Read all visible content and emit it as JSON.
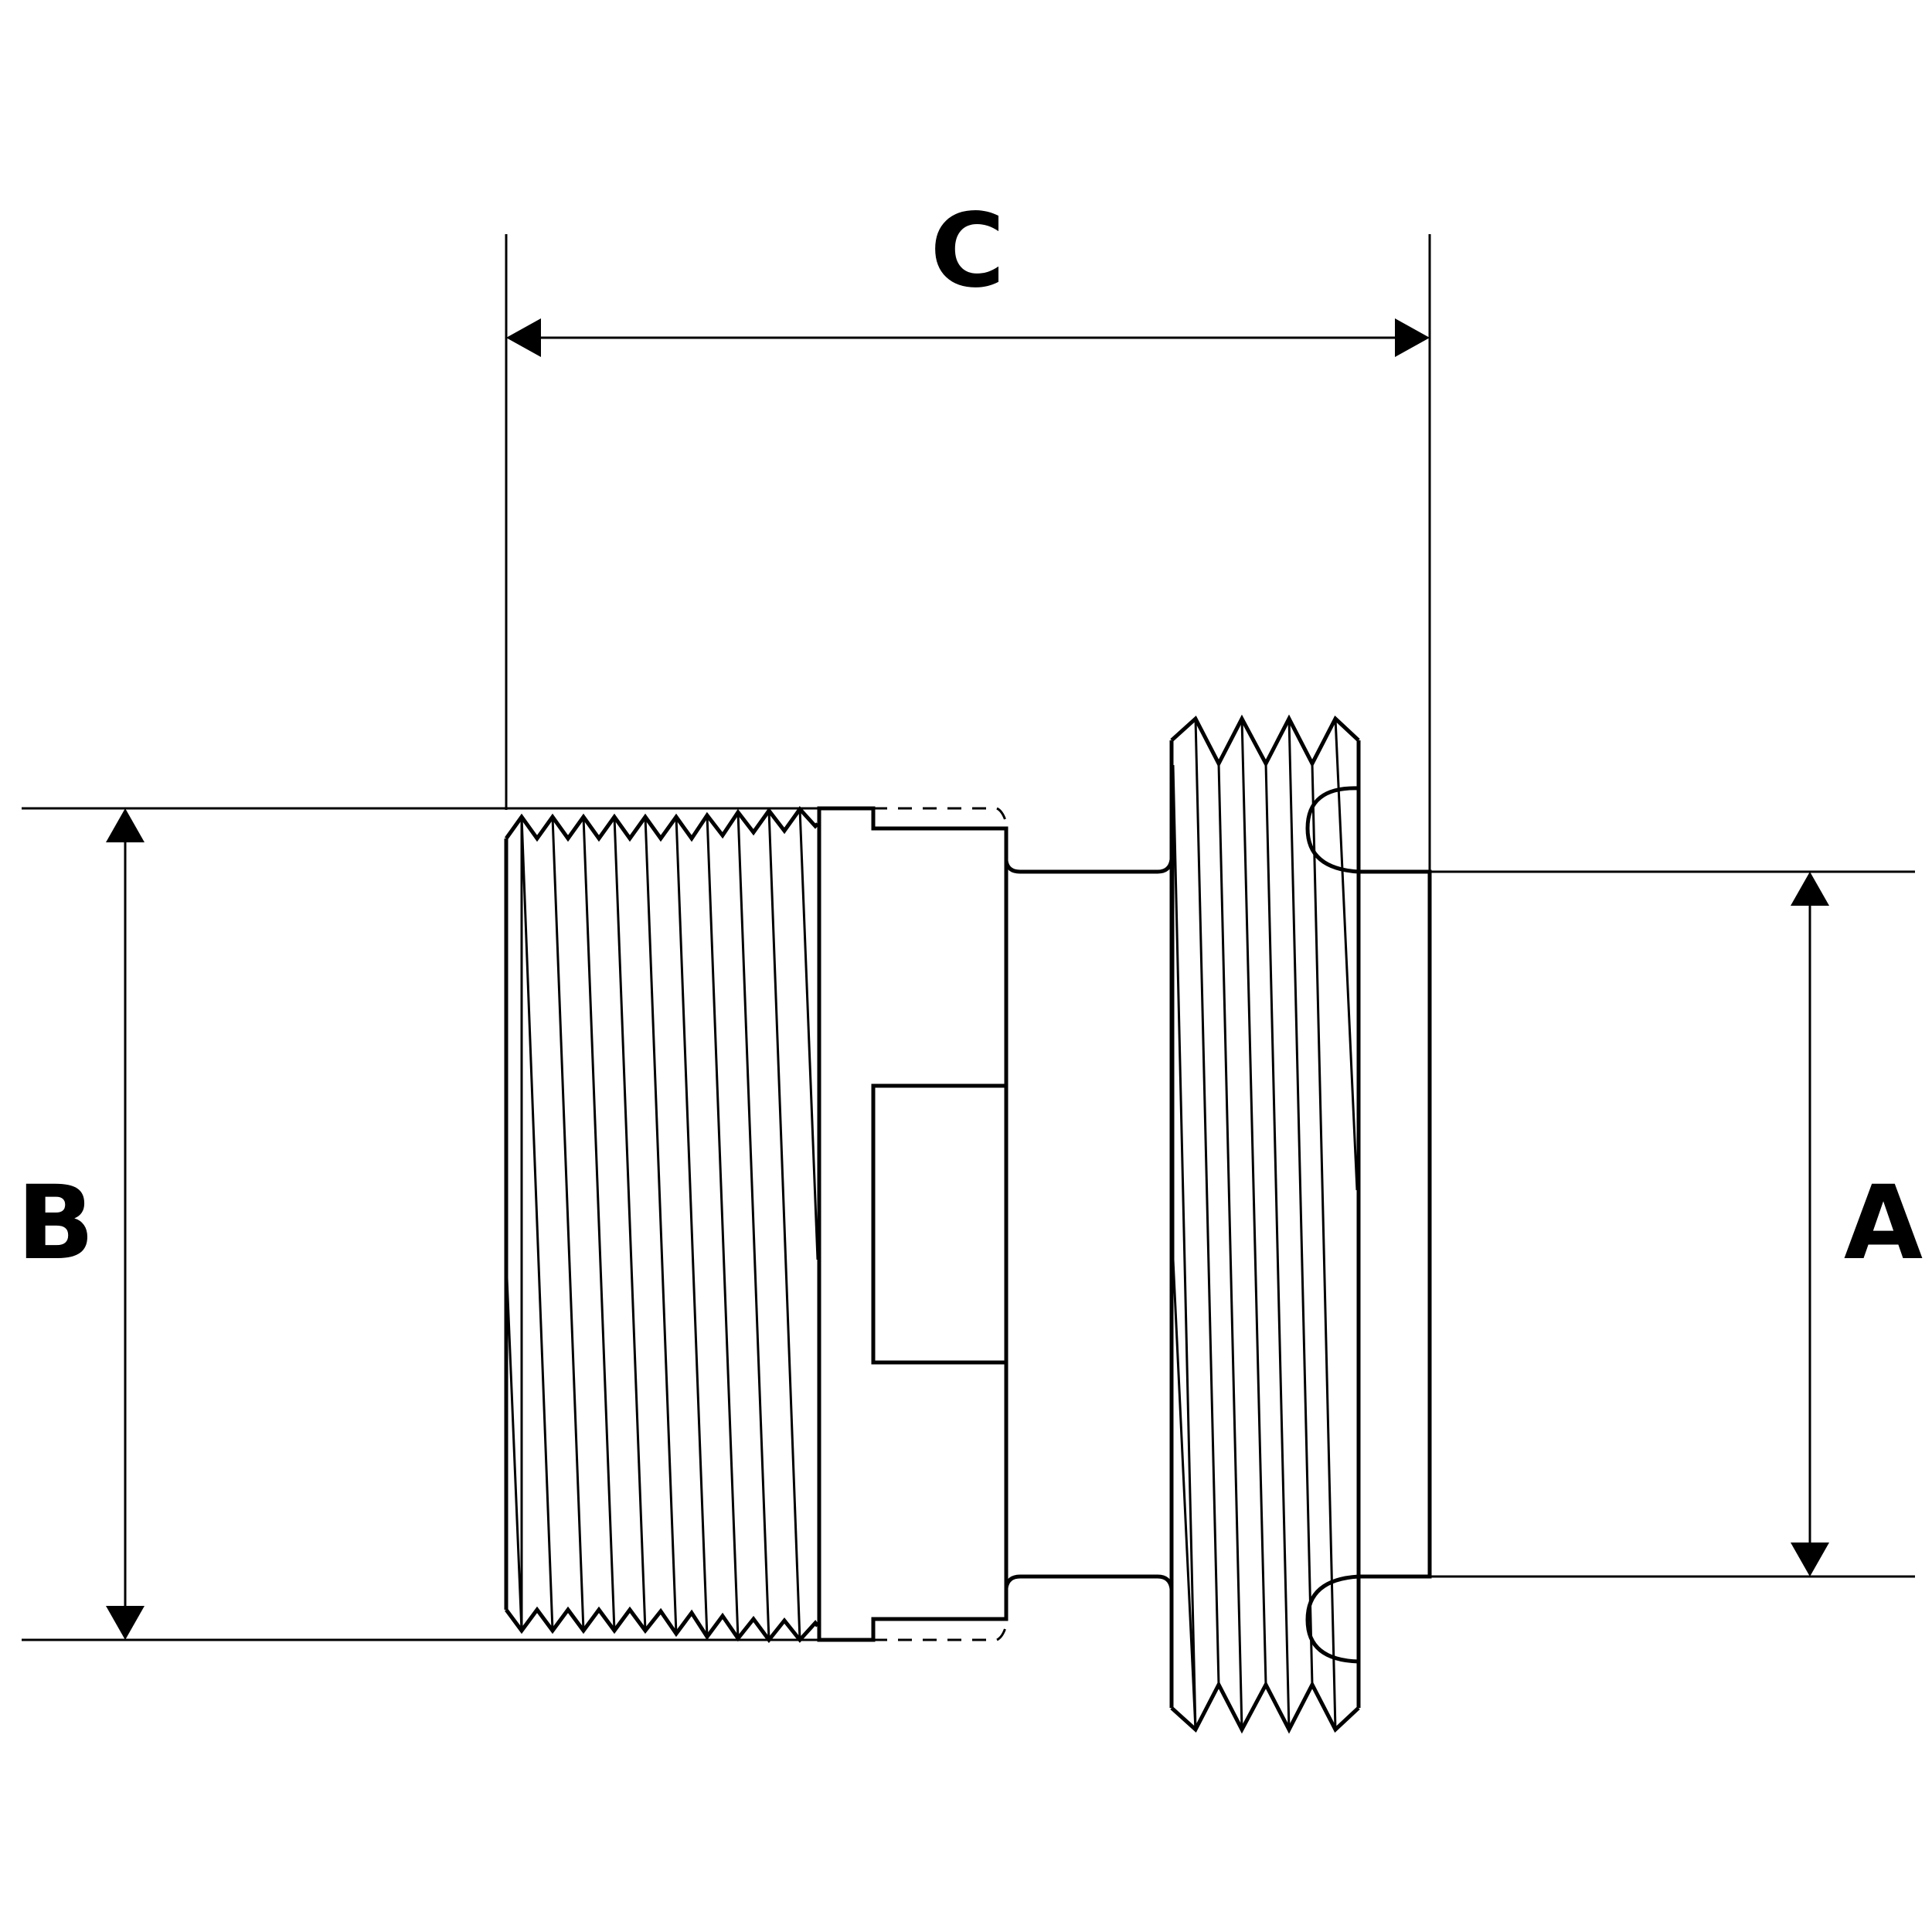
{
  "labels": {
    "A": "A",
    "B": "B",
    "C": "C"
  },
  "colors": {
    "stroke": "#000000",
    "background": "#ffffff"
  }
}
